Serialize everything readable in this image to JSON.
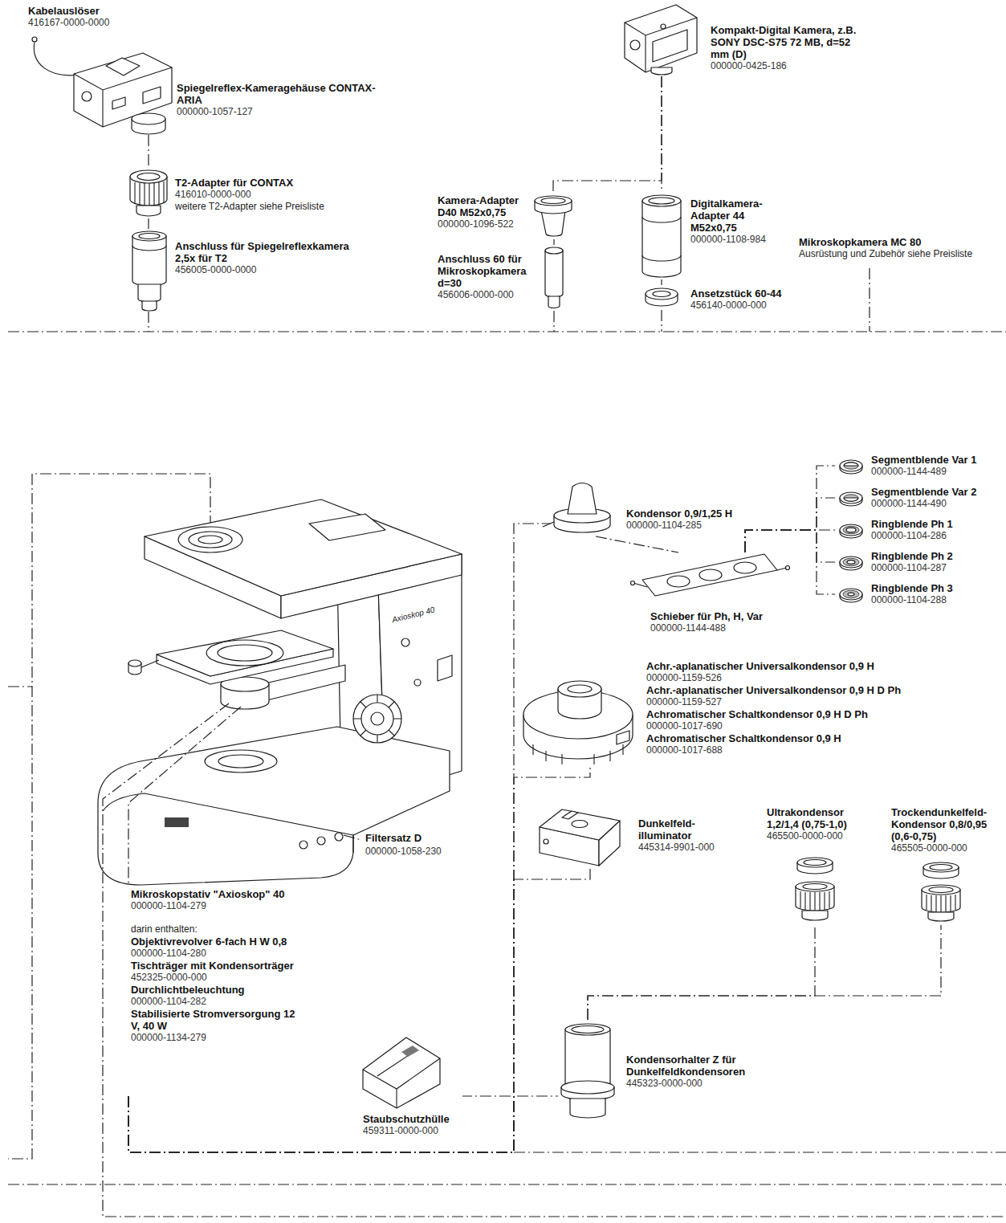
{
  "diagram": {
    "nodes": [
      {
        "text": [
          "Kabelauslöser",
          "416167-0000-0000"
        ]
      },
      {
        "text": [
          "Spiegelreflex-Kameragehäuse CONTAX-ARIA",
          "000000-1057-127"
        ]
      },
      {
        "text": [
          "Kompakt-Digital Kamera, z.B. SONY DSC-S75 72 MB, d=52 mm (D)",
          "000000-0425-186"
        ]
      },
      {
        "text": [
          "T2-Adapter für CONTAX",
          "416010-0000-000",
          "weitere T2-Adapter siehe Preisliste"
        ]
      },
      {
        "text": [
          "Kamera-Adapter D40 M52x0,75",
          "000000-1096-522"
        ]
      },
      {
        "text": [
          "Digitalkamera-Adapter 44 M52x0,75",
          "000000-1108-984"
        ]
      },
      {
        "text": [
          "Mikroskopkamera MC 80",
          "Ausrüstung und Zubehör siehe Preisliste"
        ]
      },
      {
        "text": [
          "Anschluss für Spiegelreflexkamera 2,5x für T2",
          "456005-0000-0000"
        ]
      },
      {
        "text": [
          "Anschluss 60 für Mikroskopkamera d=30",
          "456006-0000-000"
        ]
      },
      {
        "text": [
          "Ansetzstück 60-44",
          "456140-0000-000"
        ]
      },
      {
        "text": [
          "Kondensor 0,9/1,25 H",
          "000000-1104-285"
        ]
      },
      {
        "text": [
          "Schieber für Ph, H, Var",
          "000000-1144-488"
        ]
      },
      {
        "text": [
          "Segmentblende Var 1",
          "000000-1144-489"
        ]
      },
      {
        "text": [
          "Segmentblende Var 2",
          "000000-1144-490"
        ]
      },
      {
        "text": [
          "Ringblende Ph 1",
          "000000-1104-286"
        ]
      },
      {
        "text": [
          "Ringblende Ph 2",
          "000000-1104-287"
        ]
      },
      {
        "text": [
          "Ringblende Ph 3",
          "000000-1104-288"
        ]
      },
      {
        "text": [
          "Achr.-aplanatischer Universalkondensor 0,9 H",
          "000000-1159-526",
          "Achr.-aplanatischer Universalkondensor 0,9 H D Ph",
          "000000-1159-527",
          "Achromatischer Schaltkondensor 0,9 H D Ph",
          "000000-1017-690",
          "Achromatischer Schaltkondensor 0,9 H",
          "000000-1017-688"
        ]
      },
      {
        "text": [
          "Dunkelfeld- illuminator",
          "445314-9901-000"
        ]
      },
      {
        "text": [
          "Ultrakondensor 1,2/1,4 (0,75-1,0)",
          "465500-0000-000"
        ]
      },
      {
        "text": [
          "Trockendunkelfeld- Kondensor 0,8/0,95 (0,6-0,75)",
          "465505-0000-000"
        ]
      },
      {
        "text": [
          "Mikroskopstativ \"Axioskop\" 40",
          "000000-1104-279",
          "darin enthalten:",
          "Objektivrevolver 6-fach H W 0,8",
          "000000-1104-280",
          "Tischträger mit Kondensorträger",
          "452325-0000-000",
          "Durchlichtbeleuchtung",
          "000000-1104-282",
          "Stabilisierte Stromversorgung 12 V, 40 W",
          "000000-1134-279"
        ]
      },
      {
        "text": [
          "Kondensorhalter Z für Dunkelfeldkondensoren",
          "445323-0000-000"
        ]
      },
      {
        "text": [
          "Staubschutzhülle",
          "459311-0000-000"
        ]
      }
    ],
    "edges": [
      {
        "from": 1,
        "to": 3,
        "arrow": "none"
      },
      {
        "from": 3,
        "to": 7,
        "arrow": "none"
      },
      {
        "from": 2,
        "to": 4,
        "arrow": "none"
      },
      {
        "from": 2,
        "to": 5,
        "arrow": "none"
      },
      {
        "from": 4,
        "to": 8,
        "arrow": "none"
      },
      {
        "from": 5,
        "to": 9,
        "arrow": "none"
      },
      {
        "from": 10,
        "to": 11,
        "arrow": "none"
      },
      {
        "from": 11,
        "to": 12,
        "arrow": "none"
      },
      {
        "from": 11,
        "to": 13,
        "arrow": "none"
      },
      {
        "from": 11,
        "to": 14,
        "arrow": "none"
      },
      {
        "from": 11,
        "to": 15,
        "arrow": "none"
      },
      {
        "from": 11,
        "to": 16,
        "arrow": "none"
      },
      {
        "from": 21,
        "to": 10,
        "arrow": "none"
      },
      {
        "from": 21,
        "to": 17,
        "arrow": "none"
      },
      {
        "from": 21,
        "to": 18,
        "arrow": "none"
      },
      {
        "from": 21,
        "to": 23,
        "arrow": "none"
      },
      {
        "from": 21,
        "to": 22,
        "arrow": "none"
      },
      {
        "from": 22,
        "to": 19,
        "arrow": "none"
      },
      {
        "from": 22,
        "to": 20,
        "arrow": "none"
      }
    ],
    "labels": [
      "Axioskop 40",
      "Filtersatz D",
      "000000-1058-230"
    ]
  }
}
